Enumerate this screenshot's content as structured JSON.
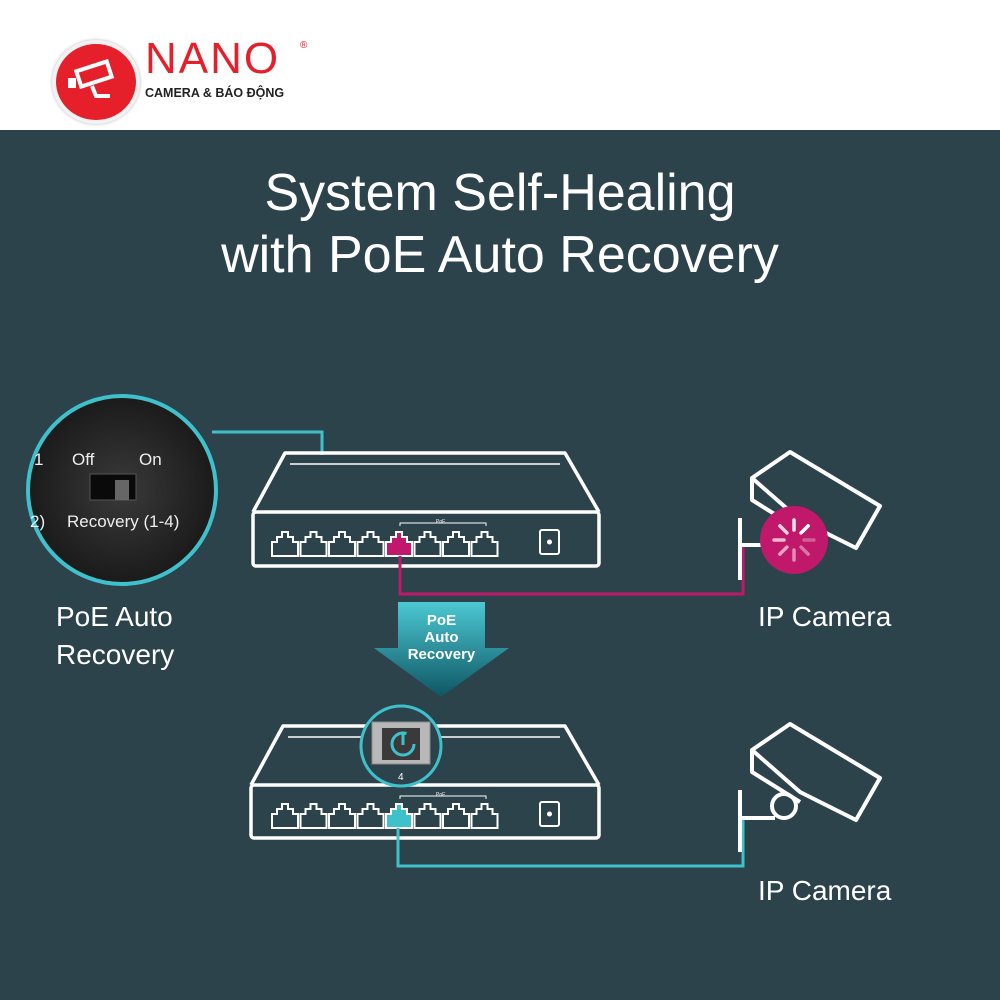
{
  "logo": {
    "brand": "NANO",
    "registered": "®",
    "tagline": "CAMERA & BÁO ĐỘNG"
  },
  "title": {
    "line1": "System Self-Healing",
    "line2": "with PoE Auto Recovery"
  },
  "inset": {
    "port1": "1",
    "off": "Off",
    "on": "On",
    "port2": "2)",
    "switch_label": "Recovery (1-4)"
  },
  "poe_auto_recovery_label": {
    "line1": "PoE Auto",
    "line2": "Recovery"
  },
  "arrow": {
    "line1": "PoE",
    "line2": "Auto",
    "line3": "Recovery"
  },
  "switch": {
    "poe_label": "PoE",
    "port_number": "4"
  },
  "cameras": {
    "top_label": "IP Camera",
    "bottom_label": "IP Camera"
  },
  "colors": {
    "background": "#2d434c",
    "accent_cyan": "#3fc1cc",
    "fault_magenta": "#c0186a",
    "brand_red": "#e5202a"
  }
}
